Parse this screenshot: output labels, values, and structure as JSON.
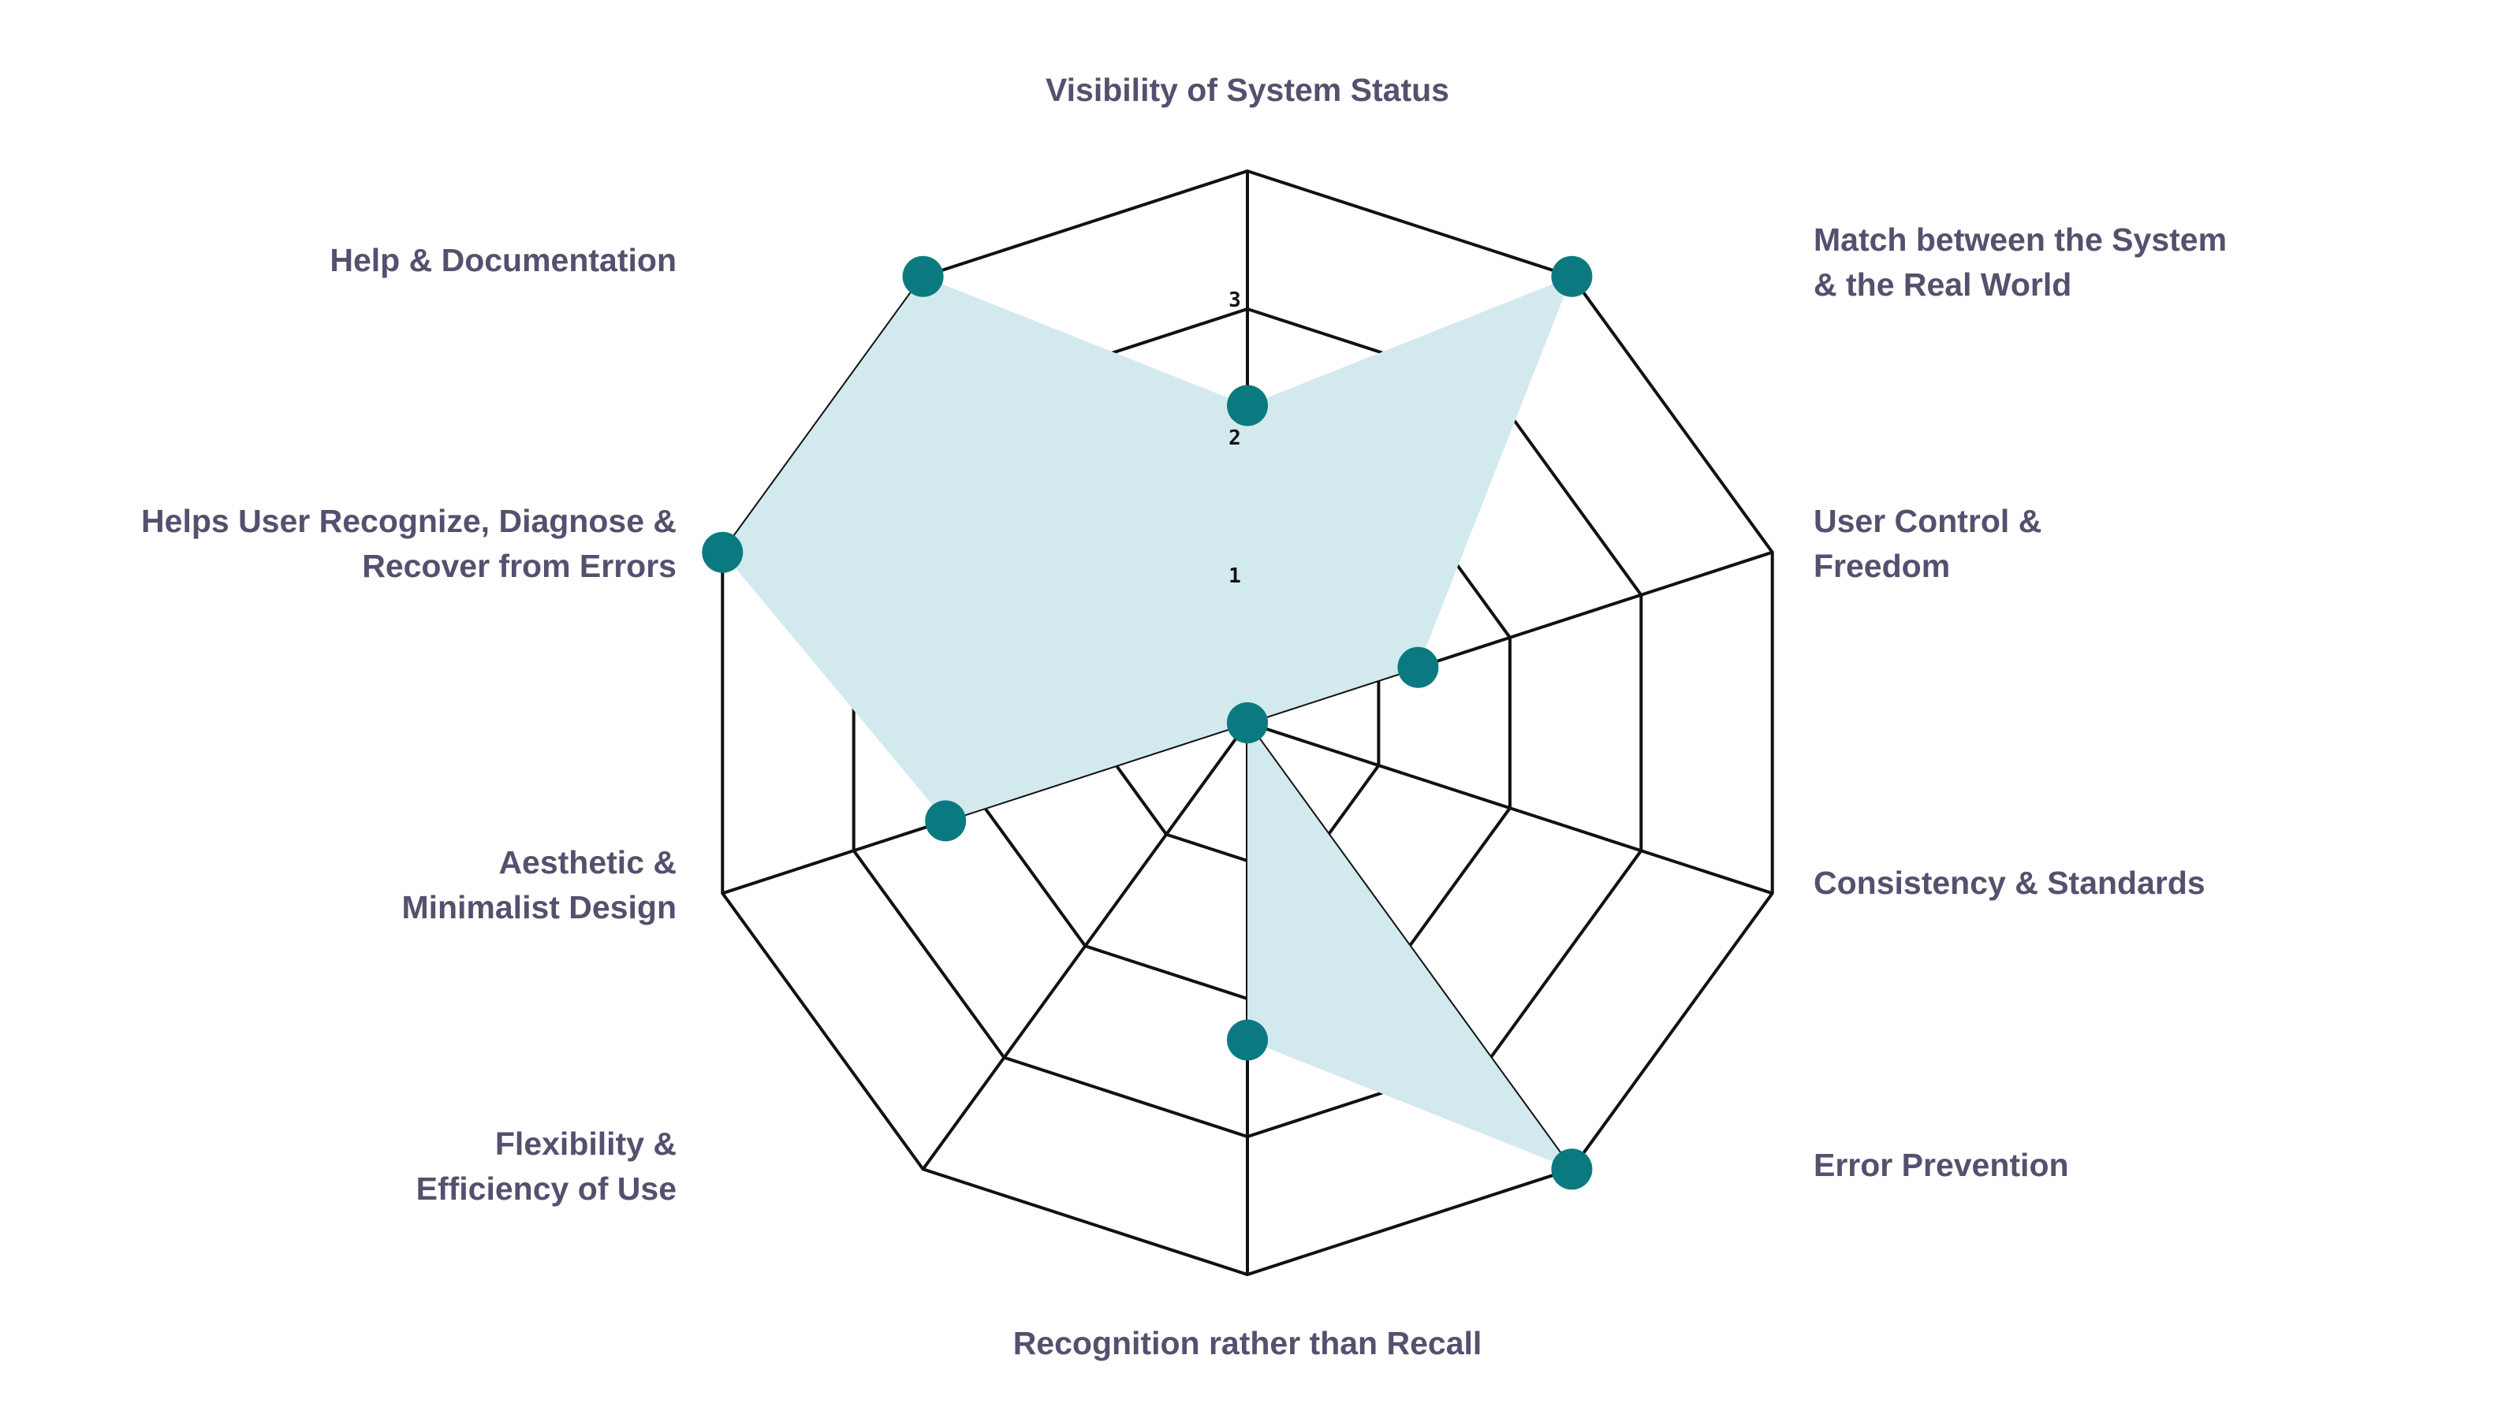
{
  "chart_data": {
    "type": "radar",
    "axes": [
      "Visibility of System Status",
      "Match between the System & the Real World",
      "User Control & Freedom",
      "Consistency & Standards",
      "Error Prevention",
      "Recognition rather than Recall",
      "Flexibility & Efficiency of Use",
      "Aesthetic & Minimalist Design",
      "Helps User Recognize, Diagnose & Recover from Errors",
      "Help & Documentation"
    ],
    "axis_label_lines": [
      [
        "Visibility of System Status"
      ],
      [
        "Match between the System",
        "& the Real World"
      ],
      [
        "User Control &",
        "Freedom"
      ],
      [
        "Consistency & Standards"
      ],
      [
        "Error Prevention"
      ],
      [
        "Recognition rather than Recall"
      ],
      [
        "Flexibility &",
        "Efficiency of Use"
      ],
      [
        "Aesthetic &",
        "Minimalist Design"
      ],
      [
        "Helps User Recognize, Diagnose &",
        "Recover from Errors"
      ],
      [
        "Help & Documentation"
      ]
    ],
    "values": [
      2.3,
      4,
      1.3,
      0,
      4,
      2.3,
      0,
      2.3,
      4,
      4
    ],
    "range": [
      0,
      4
    ],
    "tick_values": [
      1,
      2,
      3
    ],
    "tick_labels": [
      "1",
      "2",
      "3"
    ],
    "grid_levels": [
      1,
      2,
      3,
      4
    ],
    "grid": true,
    "colors": {
      "fill": "#d2eaee",
      "point": "#0b7a80",
      "grid": "#111111",
      "label": "#54506e"
    }
  }
}
